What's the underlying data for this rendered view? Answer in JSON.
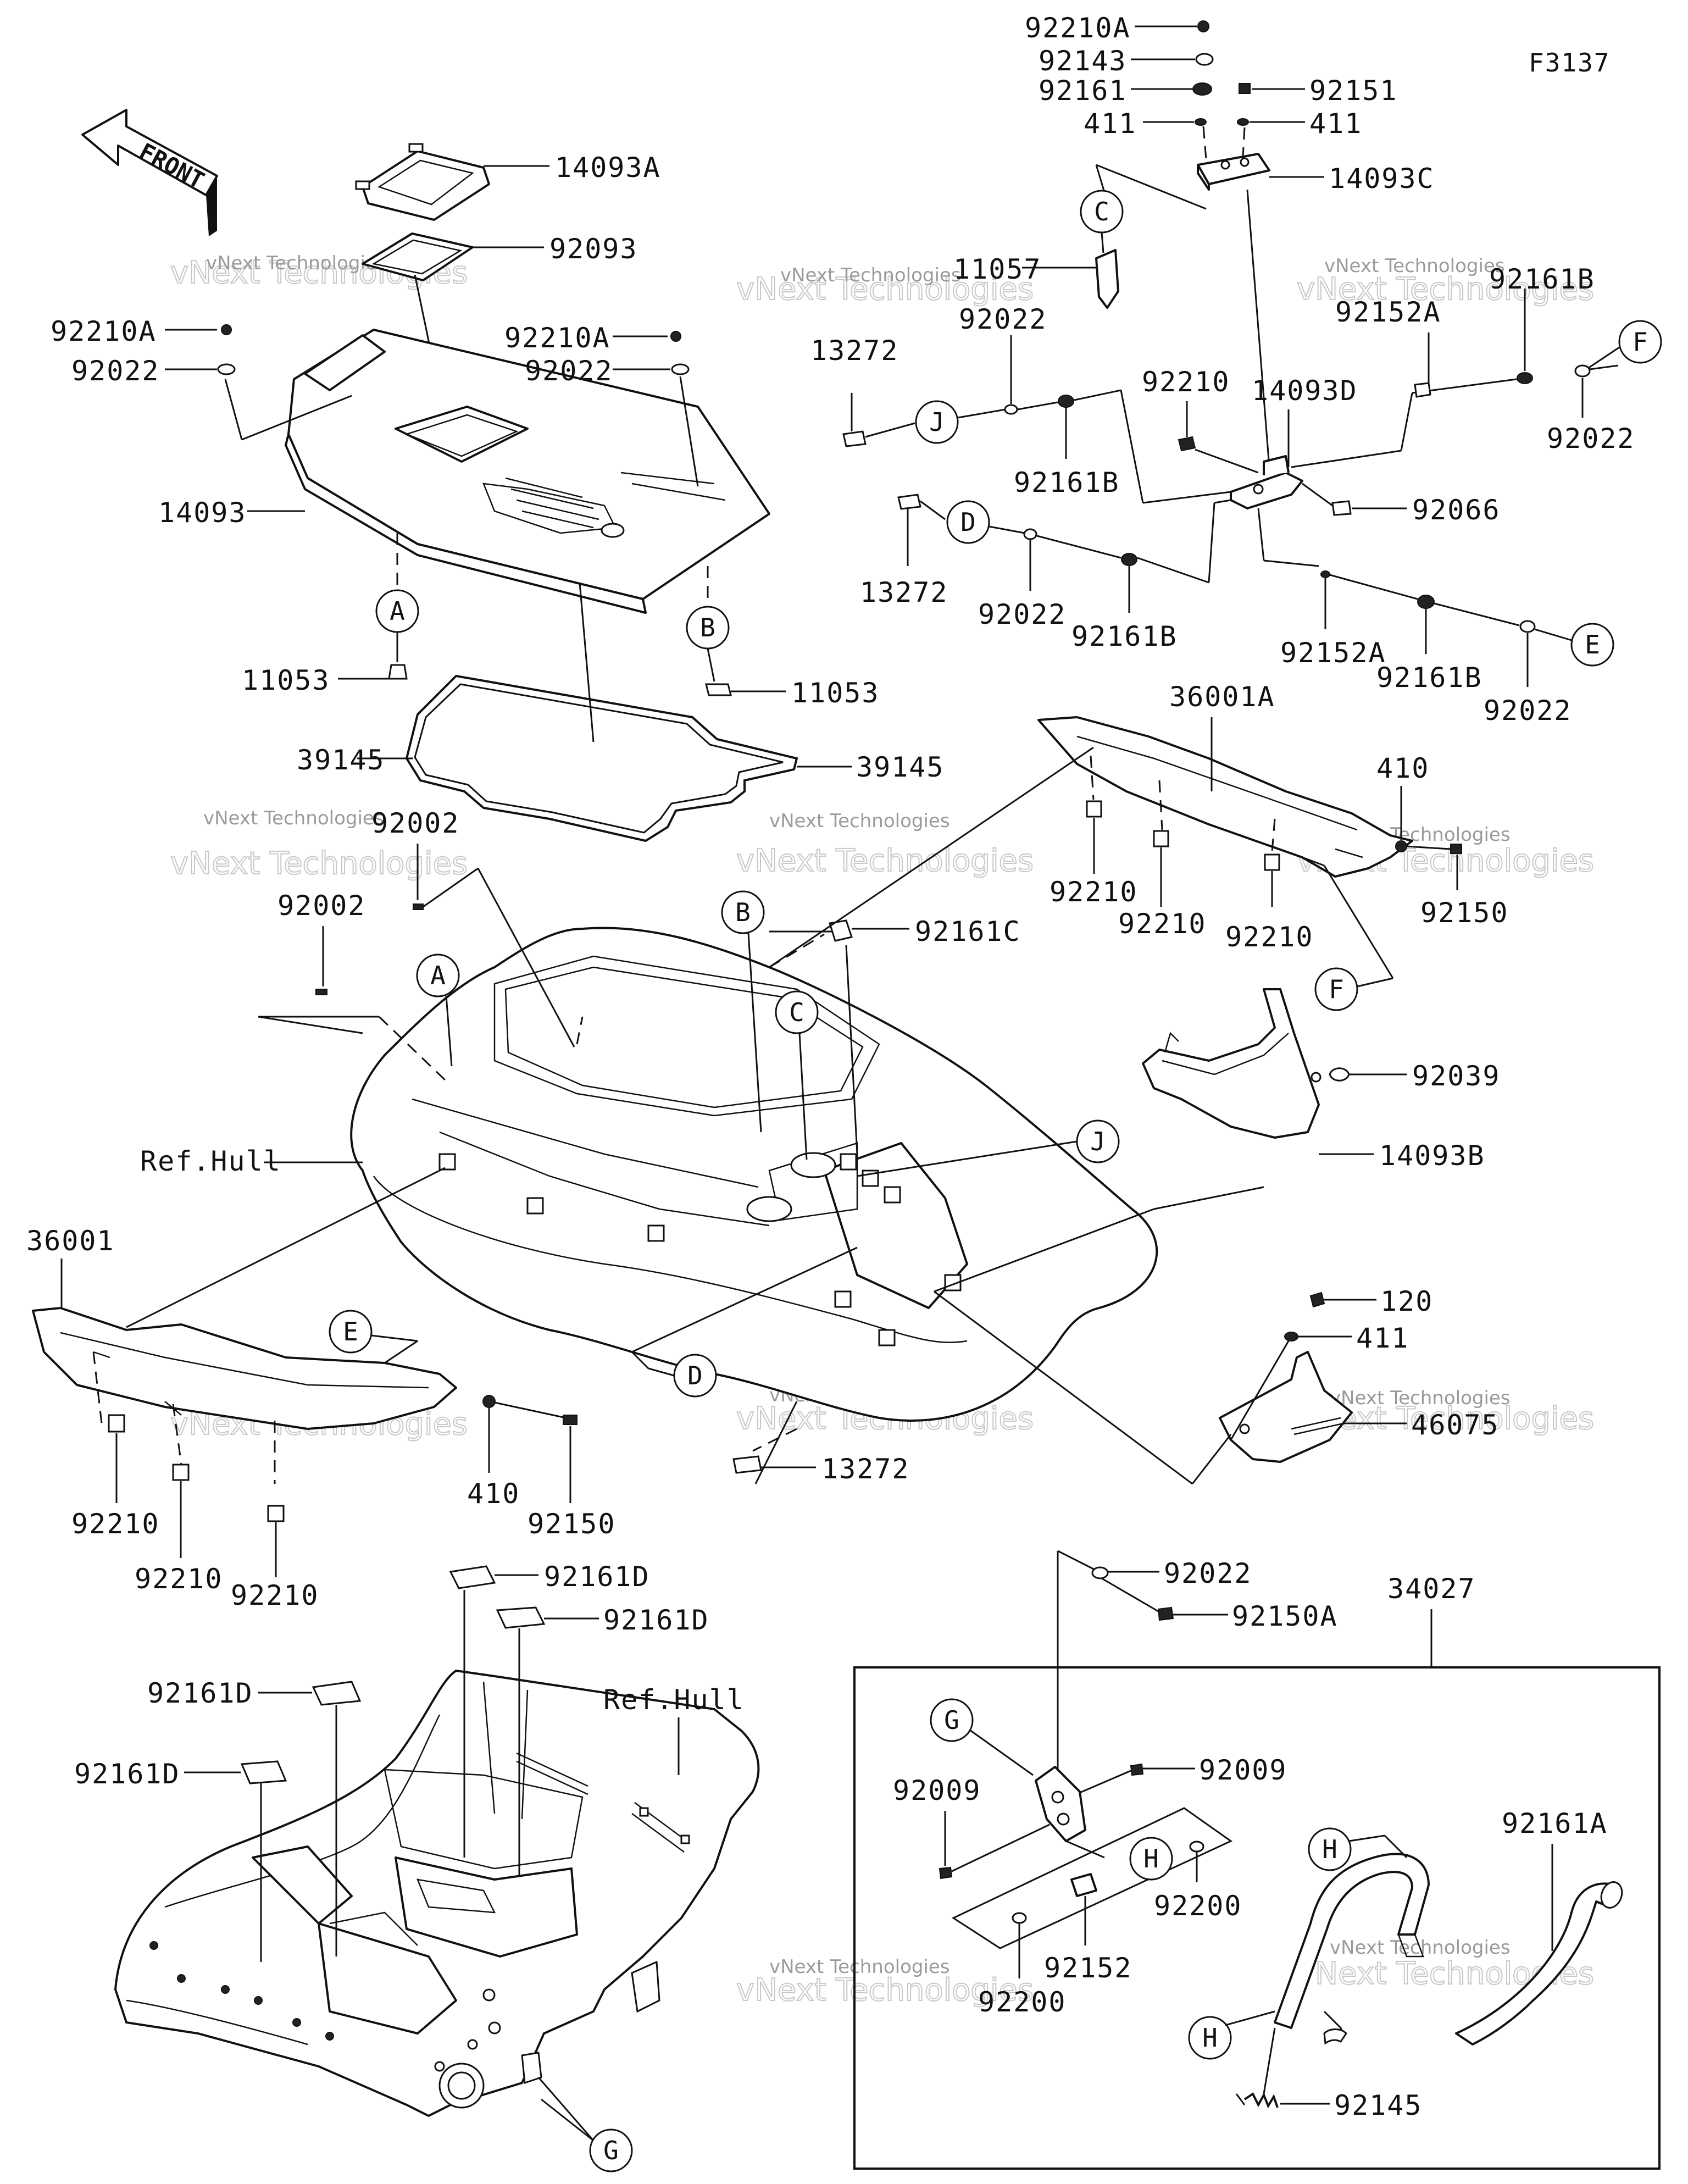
{
  "figure_code": "F3137",
  "front_label": "FRONT",
  "watermark": {
    "small": "vNext Technologies",
    "big": "vNext Technologies"
  },
  "callouts": {
    "p14093A": "14093A",
    "p92093": "92093",
    "p92210A_l": "92210A",
    "p92022_l": "92022",
    "p92210A_m": "92210A",
    "p92022_m": "92022",
    "p14093": "14093",
    "p11053_a": "11053",
    "p11053_b": "11053",
    "p39145_l": "39145",
    "p39145_r": "39145",
    "p92002_a": "92002",
    "p92002_b": "92002",
    "p92161C": "92161C",
    "refhull_top": "Ref.Hull",
    "p36001": "36001",
    "p92210_e1": "92210",
    "p92210_e2": "92210",
    "p92210_e3": "92210",
    "p410_l": "410",
    "p92150_l": "92150",
    "p13272_bot": "13272",
    "p92210A_t": "92210A",
    "p92143": "92143",
    "p92161": "92161",
    "p92151": "92151",
    "p411_l": "411",
    "p411_r": "411",
    "p14093C": "14093C",
    "p11057": "11057",
    "p92161B_tr": "92161B",
    "p92152A_t": "92152A",
    "p92022_tr": "92022",
    "p13272_j": "13272",
    "p92022_j": "92022",
    "p92161B_j": "92161B",
    "p92210_j": "92210",
    "p14093D": "14093D",
    "p92066": "92066",
    "p13272_d": "13272",
    "p92022_d": "92022",
    "p92161B_d": "92161B",
    "p92152A_e": "92152A",
    "p92161B_e": "92161B",
    "p92022_e": "92022",
    "p36001A": "36001A",
    "p410_r": "410",
    "p92210_f1": "92210",
    "p92210_f2": "92210",
    "p92210_f3": "92210",
    "p92150_r": "92150",
    "p92039": "92039",
    "p14093B": "14093B",
    "p120": "120",
    "p411_b": "411",
    "p46075": "46075",
    "p92161D_1": "92161D",
    "p92161D_2": "92161D",
    "p92161D_3": "92161D",
    "p92161D_4": "92161D",
    "refhull_bot": "Ref.Hull",
    "p92022_g": "92022",
    "p92150A": "92150A",
    "p34027": "34027",
    "p92009_r": "92009",
    "p92009_l": "92009",
    "p92161A": "92161A",
    "p92200_r": "92200",
    "p92152": "92152",
    "p92200_l": "92200",
    "p92145": "92145"
  },
  "ref_letters": {
    "A1": "A",
    "A2": "A",
    "B1": "B",
    "B2": "B",
    "C1": "C",
    "C2": "C",
    "D1": "D",
    "D2": "D",
    "E1": "E",
    "E2": "E",
    "F1": "F",
    "F2": "F",
    "G1": "G",
    "G2": "G",
    "H1": "H",
    "H2": "H",
    "H3": "H",
    "J1": "J",
    "J2": "J"
  }
}
